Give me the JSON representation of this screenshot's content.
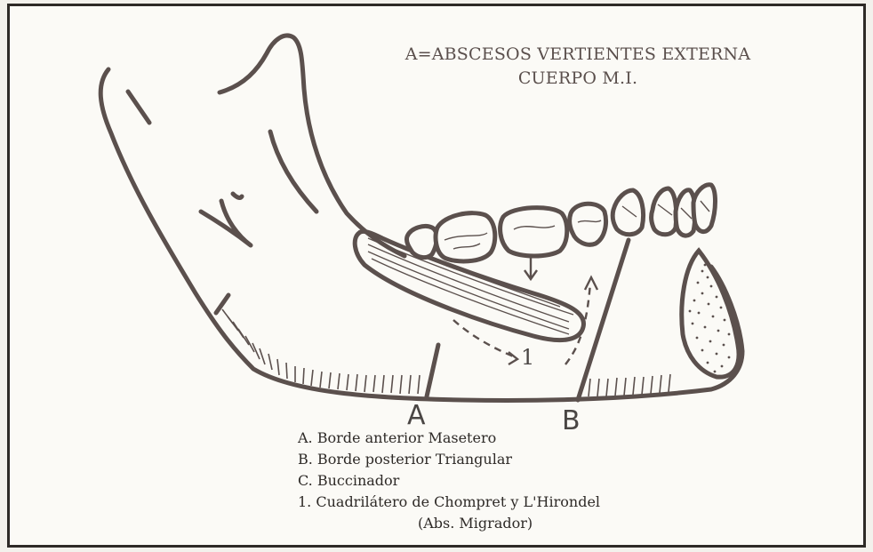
{
  "title": {
    "line1": "A=ABSCESOS VERTIENTES EXTERNA",
    "line2": "CUERPO M.I."
  },
  "markers": {
    "a": "A",
    "b": "B",
    "one": "1"
  },
  "legend": [
    "A. Borde anterior Masetero",
    "B. Borde posterior Triangular",
    "C. Buccinador",
    "1. Cuadrilátero de Chompret y L'Hirondel",
    "(Abs. Migrador)"
  ],
  "colors": {
    "ink": "#5b504d",
    "title": "#5a4f4c",
    "paper": "#fbfaf6"
  }
}
